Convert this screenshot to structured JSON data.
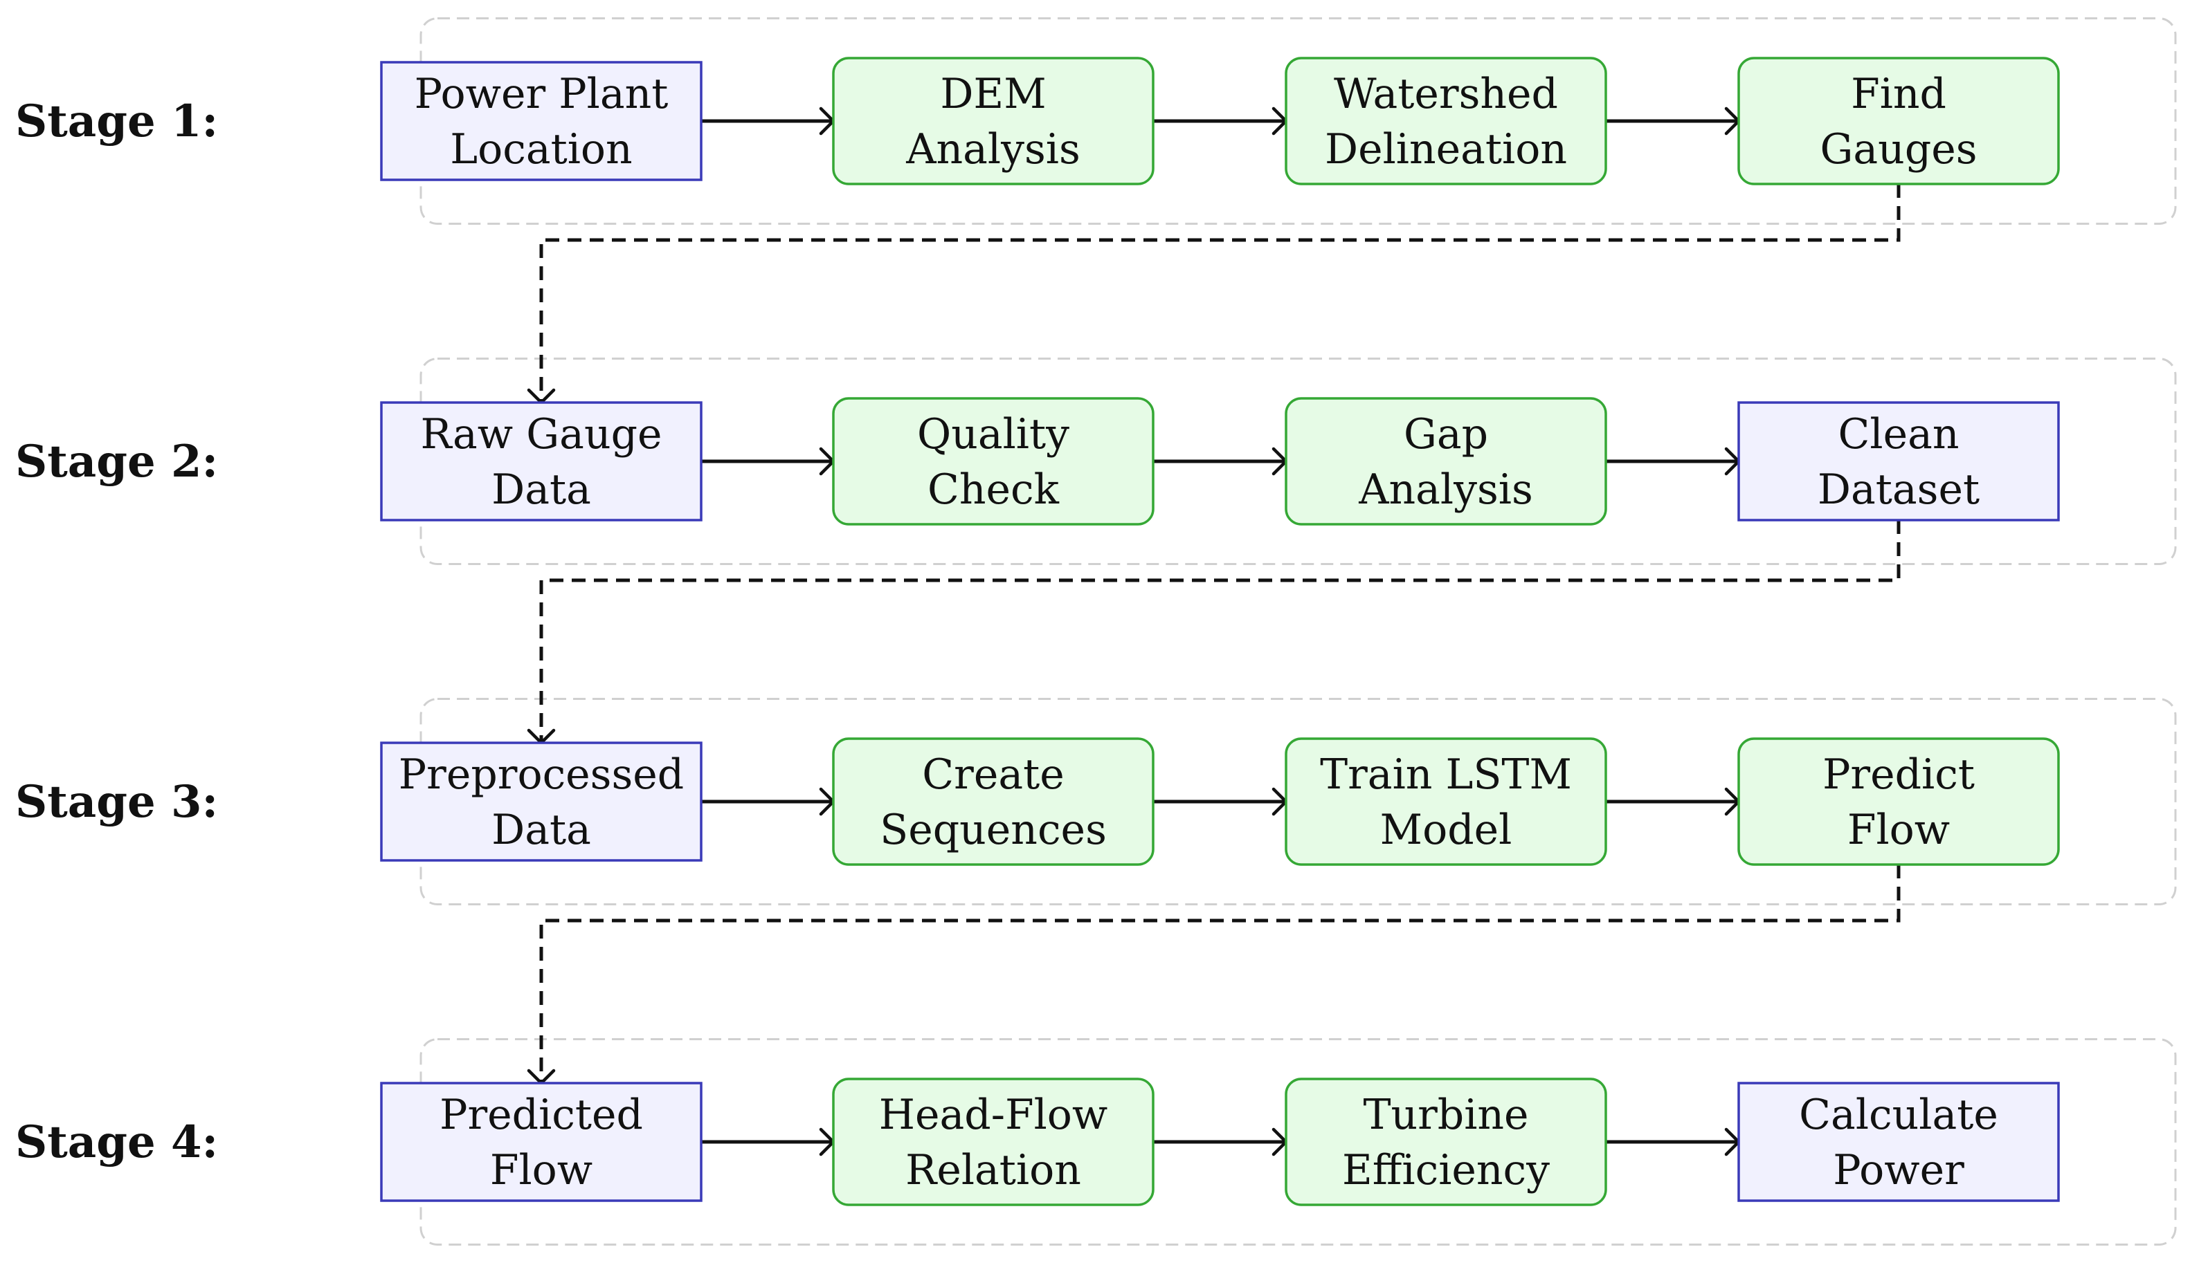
{
  "stages": [
    {
      "label": "Stage 1:",
      "nodes": [
        {
          "lines": [
            "Power Plant",
            "Location"
          ],
          "kind": "data"
        },
        {
          "lines": [
            "DEM",
            "Analysis"
          ],
          "kind": "process"
        },
        {
          "lines": [
            "Watershed",
            "Delineation"
          ],
          "kind": "process"
        },
        {
          "lines": [
            "Find",
            "Gauges"
          ],
          "kind": "process"
        }
      ]
    },
    {
      "label": "Stage 2:",
      "nodes": [
        {
          "lines": [
            "Raw Gauge",
            "Data"
          ],
          "kind": "data"
        },
        {
          "lines": [
            "Quality",
            "Check"
          ],
          "kind": "process"
        },
        {
          "lines": [
            "Gap",
            "Analysis"
          ],
          "kind": "process"
        },
        {
          "lines": [
            "Clean",
            "Dataset"
          ],
          "kind": "data"
        }
      ]
    },
    {
      "label": "Stage 3:",
      "nodes": [
        {
          "lines": [
            "Preprocessed",
            "Data"
          ],
          "kind": "data"
        },
        {
          "lines": [
            "Create",
            "Sequences"
          ],
          "kind": "process"
        },
        {
          "lines": [
            "Train LSTM",
            "Model"
          ],
          "kind": "process"
        },
        {
          "lines": [
            "Predict",
            "Flow"
          ],
          "kind": "process"
        }
      ]
    },
    {
      "label": "Stage 4:",
      "nodes": [
        {
          "lines": [
            "Predicted",
            "Flow"
          ],
          "kind": "data"
        },
        {
          "lines": [
            "Head-Flow",
            "Relation"
          ],
          "kind": "process"
        },
        {
          "lines": [
            "Turbine",
            "Efficiency"
          ],
          "kind": "process"
        },
        {
          "lines": [
            "Calculate",
            "Power"
          ],
          "kind": "data"
        }
      ]
    }
  ],
  "colors": {
    "data_fill": "#f1f1fe",
    "data_stroke": "#3a3ab8",
    "process_fill": "#e6fbe6",
    "process_stroke": "#35a835",
    "frame_stroke": "#d0d0d0",
    "arrow": "#111111"
  }
}
